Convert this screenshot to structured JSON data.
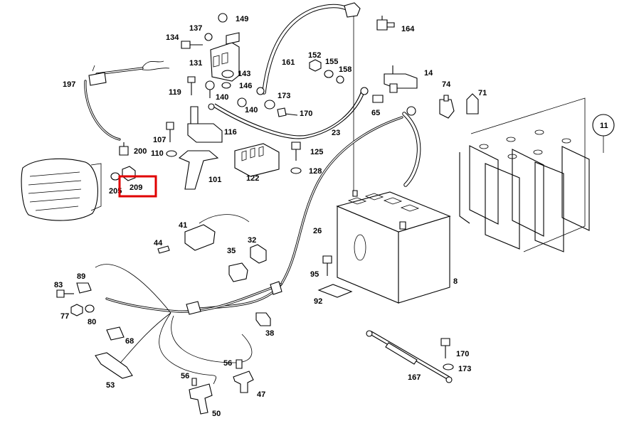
{
  "highlight": {
    "label": "209",
    "color": "#e00000"
  },
  "callout_11": "11",
  "labels": {
    "p1": "149",
    "p2": "137",
    "p3": "134",
    "p4": "131",
    "p5": "143",
    "p6": "146",
    "p7": "119",
    "p8": "140",
    "p9": "140",
    "p10": "161",
    "p11": "152",
    "p12": "155",
    "p13": "158",
    "p14": "164",
    "p15": "14",
    "p16": "74",
    "p17": "71",
    "p18": "173",
    "p19": "170",
    "p20": "65",
    "p21": "23",
    "p22": "197",
    "p23": "116",
    "p24": "107",
    "p25": "110",
    "p26": "200",
    "p27": "205",
    "p28": "101",
    "p29": "122",
    "p30": "125",
    "p31": "128",
    "p32": "41",
    "p33": "44",
    "p34": "32",
    "p35": "35",
    "p36": "26",
    "p37": "95",
    "p38": "92",
    "p39": "8",
    "p40": "83",
    "p41": "89",
    "p42": "77",
    "p43": "80",
    "p44": "68",
    "p45": "38",
    "p46": "53",
    "p47": "56",
    "p48": "56",
    "p49": "47",
    "p50": "50",
    "p51": "167",
    "p52": "170",
    "p53": "173"
  }
}
